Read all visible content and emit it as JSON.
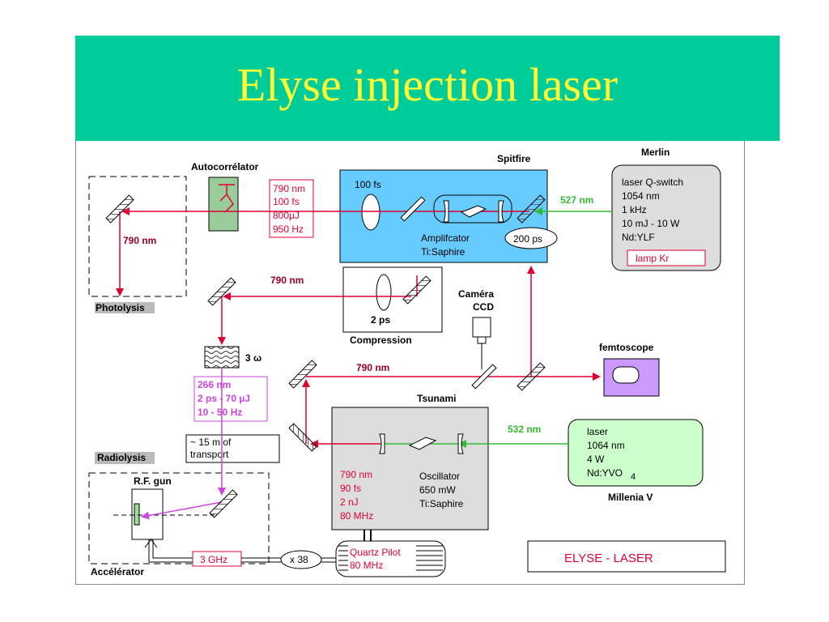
{
  "slide": {
    "title": "Elyse injection laser"
  },
  "diagram": {
    "autocorrelator": {
      "label": "Autocorrélator"
    },
    "photolysis": {
      "label": "Photolysis",
      "beam_label": "790 nm"
    },
    "pulse_info": {
      "wavelength": "790 nm",
      "duration": "100 fs",
      "energy": "800µJ",
      "rate": "950 Hz"
    },
    "spitfire": {
      "label": "Spitfire",
      "duration": "100 fs",
      "amplifier": "Amplifcator",
      "medium": "Ti:Saphire",
      "stretch": "200 ps"
    },
    "merlin": {
      "label": "Merlin",
      "line1": "laser Q-switch",
      "line2": "1054 nm",
      "line3": "1 kHz",
      "line4": "10 mJ - 10 W",
      "line5": "Nd:YLF",
      "lamp": "lamp Kr",
      "beam": "527 nm"
    },
    "compression": {
      "label": "Compression",
      "duration": "2 ps",
      "beam": "790 nm"
    },
    "camera": {
      "line1": "Caméra",
      "line2": "CCD"
    },
    "femtoscope": {
      "label": "femtoscope"
    },
    "harmonic": {
      "label": "3 ω",
      "wavelength": "266 nm",
      "pulse": "2 ps - 70 µJ",
      "rate": "10 - 50 Hz"
    },
    "mid_beam": "790 nm",
    "transport": {
      "line1": "~ 15 m of",
      "line2": "transport"
    },
    "radiolysis": {
      "label": "Radiolysis",
      "gun": "R.F. gun",
      "accelerator": "Accélérator",
      "rf": "3 GHz",
      "mult": "x 38"
    },
    "tsunami": {
      "label": "Tsunami",
      "wavelength": "790 nm",
      "duration": "90 fs",
      "energy": "2 nJ",
      "rate": "80 MHz",
      "osc": "Oscillator",
      "power": "650 mW",
      "medium": "Ti:Saphire"
    },
    "millenia": {
      "label": "Millenia V",
      "line1": "laser",
      "line2": "1064 nm",
      "line3": "4 W",
      "line4": "Nd:YVO",
      "line4_sub": "4",
      "beam": "532 nm"
    },
    "quartz": {
      "line1": "Quartz Pilot",
      "line2": "80 MHz"
    },
    "footer": "ELYSE - LASER"
  },
  "colors": {
    "title_bg": "#00cc99",
    "title_text": "#ffff33",
    "red_beam": "#dd0033",
    "green_beam": "#33bb33",
    "uv_beam": "#cc44dd",
    "spitfire_box": "#66ccff",
    "tsunami_box": "#dddddd",
    "merlin_box": "#dddddd",
    "millenia_box": "#ccffcc",
    "femtoscope_box": "#cc99ff"
  }
}
